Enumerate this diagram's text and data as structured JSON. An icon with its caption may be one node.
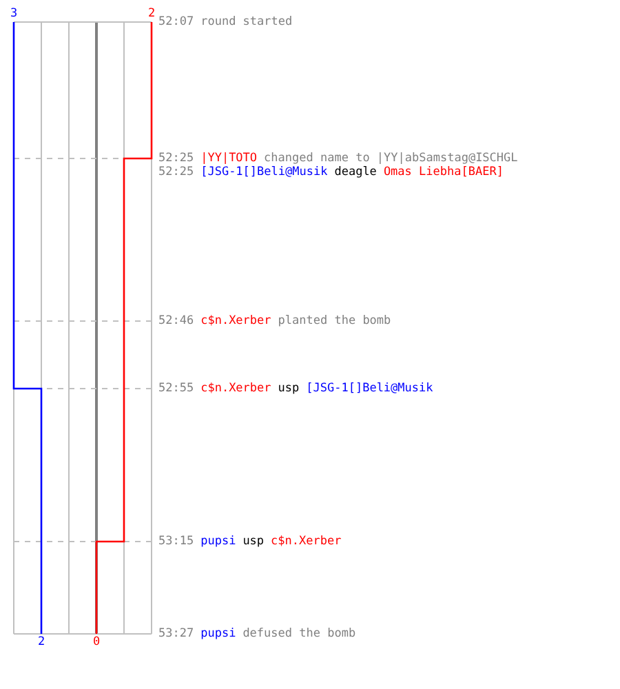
{
  "diagram": {
    "labels": [
      "3",
      "2",
      "52:07",
      "round started",
      "52:25",
      "|YY|TOTO",
      "changed name to |YY|abSamstag@ISCHGL",
      "52:25",
      "[JSG-1[]Beli@Musik",
      "deagle",
      "Omas Liebha[BAER]",
      "52:46",
      "c$n.Xerber",
      "planted the bomb",
      "52:55",
      "c$n.Xerber",
      "usp",
      "[JSG-1[]Beli@Musik",
      "53:15",
      "pupsi",
      "usp",
      "c$n.Xerber",
      "53:27",
      "pupsi",
      "defused the bomb",
      "2",
      "0"
    ]
  }
}
